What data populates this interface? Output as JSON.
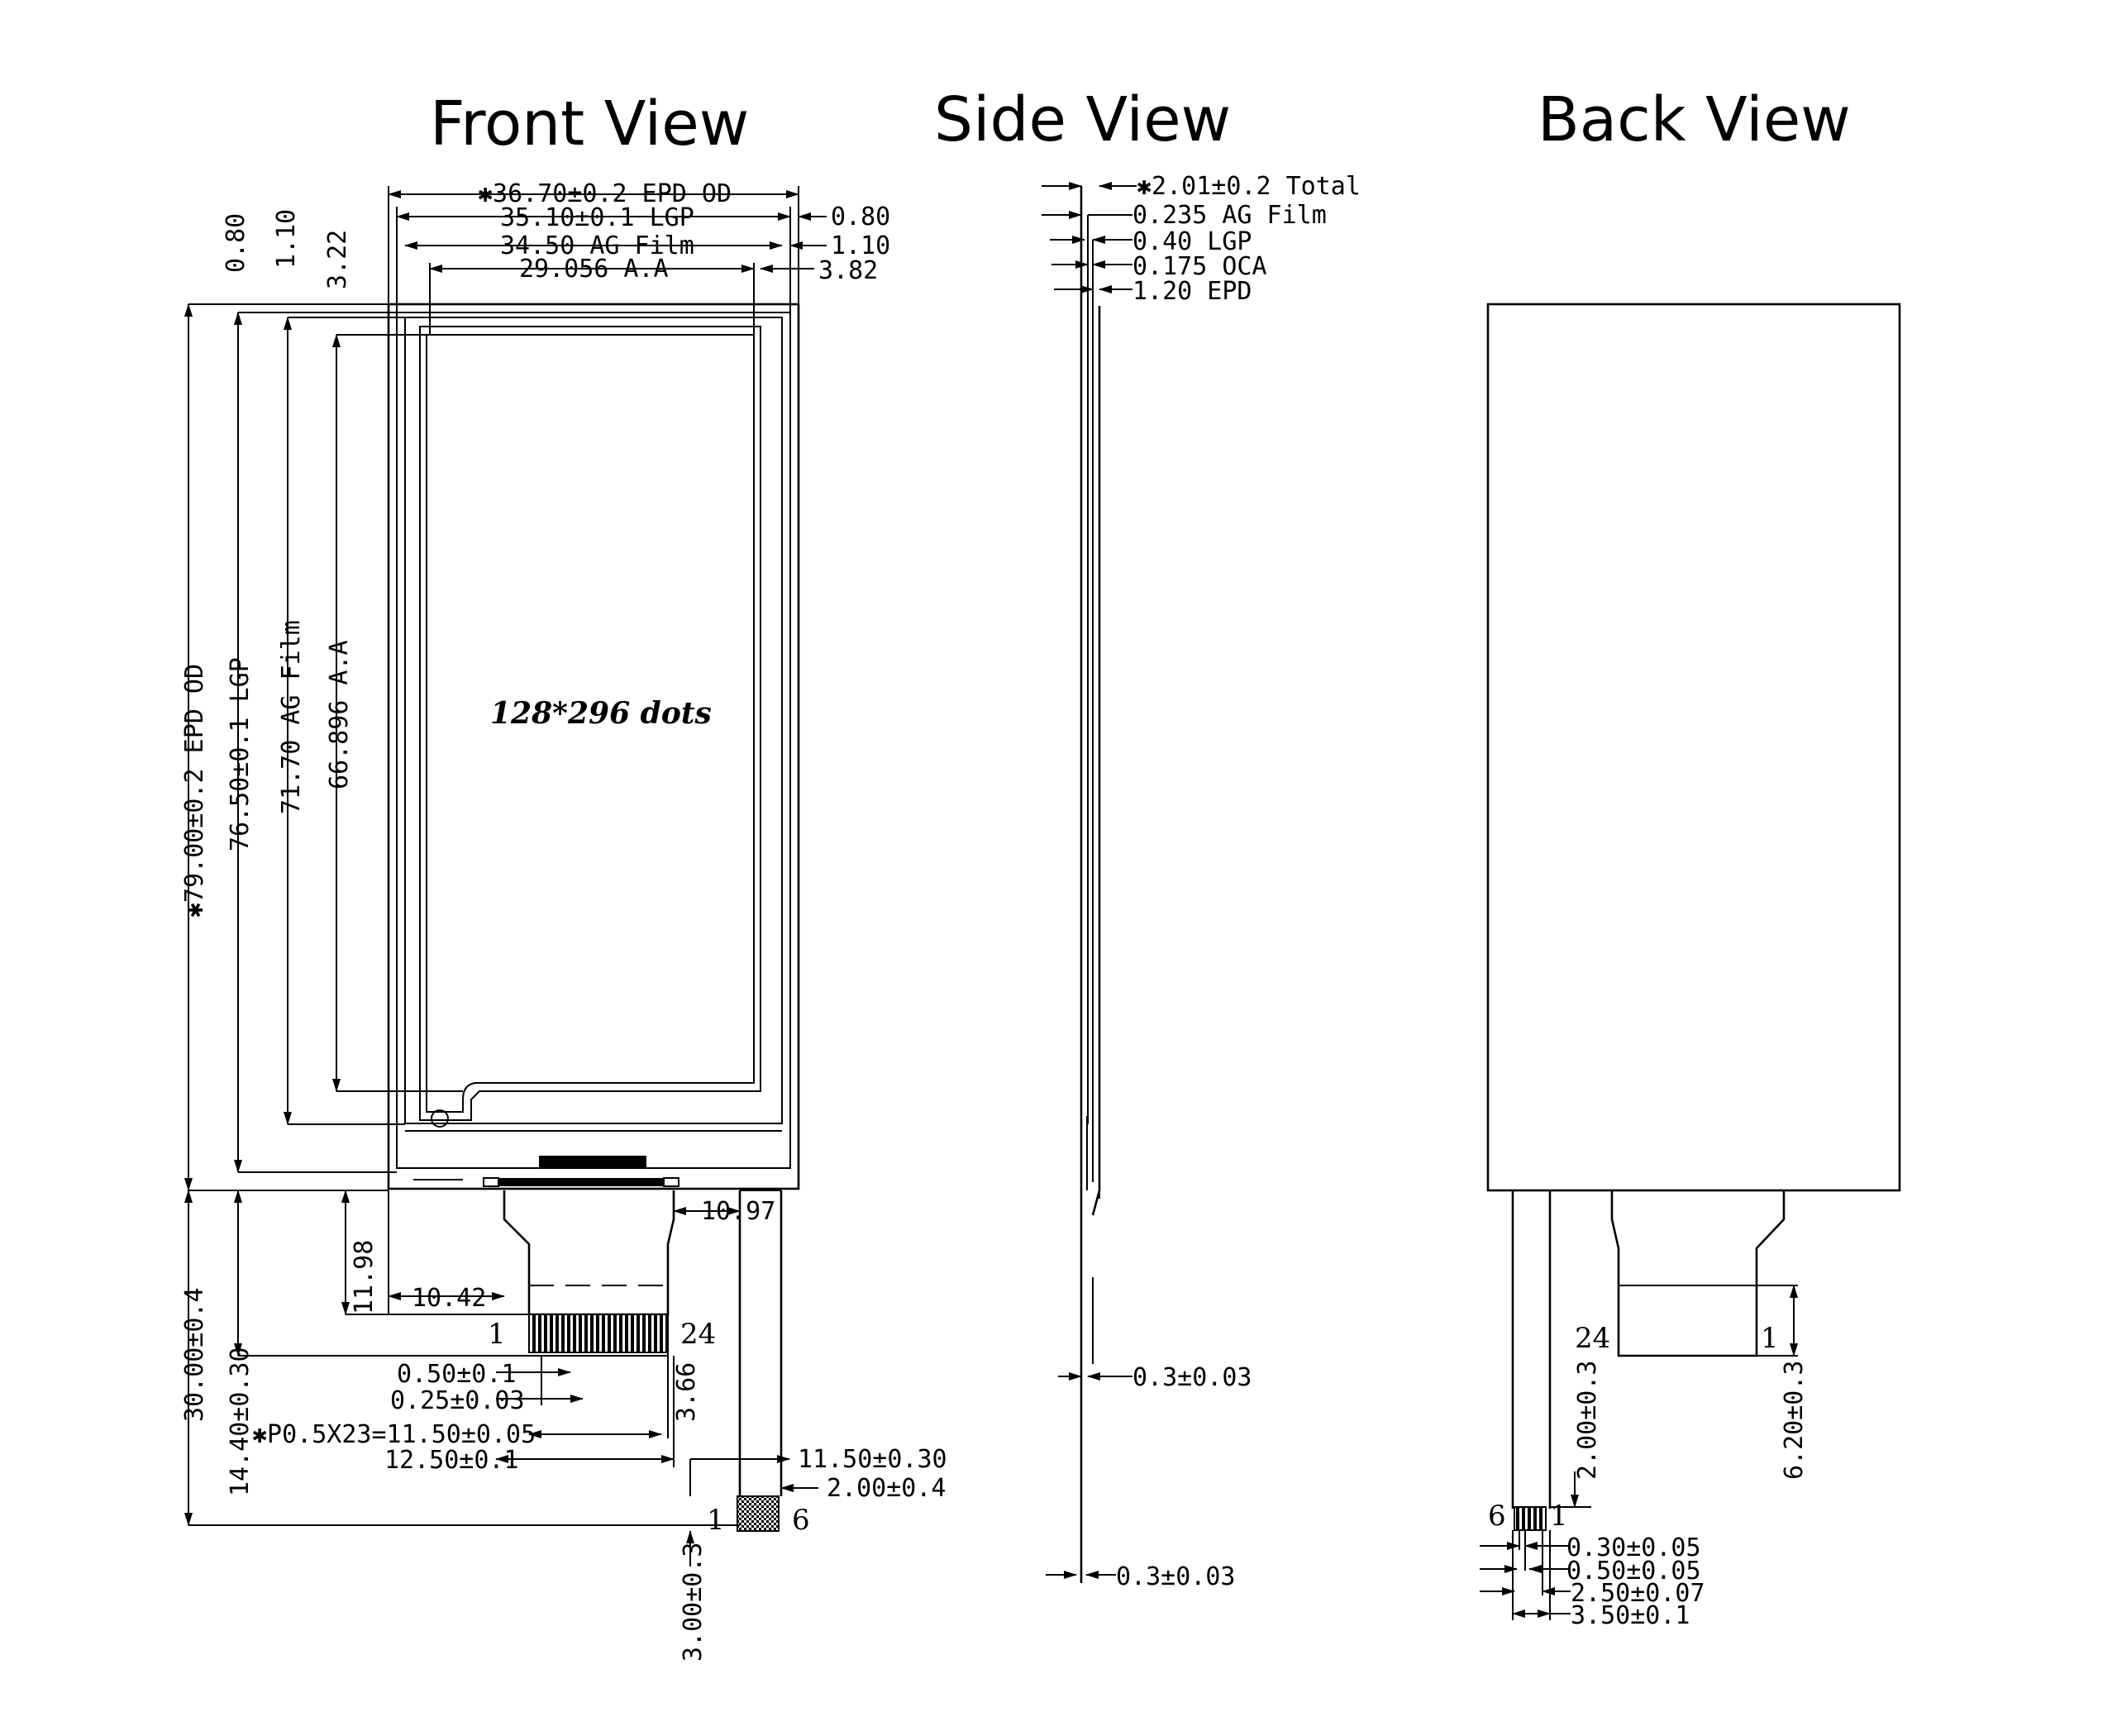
{
  "titles": {
    "front": "Front View",
    "side": "Side View",
    "back": "Back View"
  },
  "front": {
    "top_dims": {
      "epd_od": "✱36.70±0.2 EPD OD",
      "lgp": "35.10±0.1 LGP",
      "ag_film": "34.50 AG Film",
      "aa": "29.056 A.A"
    },
    "right_top_dims": {
      "d080": "0.80",
      "d110": "1.10",
      "d382": "3.82"
    },
    "left_top_dims": {
      "d080": "0.80",
      "d110": "1.10",
      "d322": "3.22"
    },
    "vertical_dims": {
      "epd_od": "✱79.00±0.2 EPD OD",
      "lgp": "76.50±0.1 LGP",
      "ag_film": "71.70 AG Film",
      "aa": "66.896 A.A"
    },
    "resolution": "128*296 dots",
    "fpc_dims": {
      "d1097": "10.97",
      "d1198": "11.98",
      "d1042": "10.42",
      "d366": "3.66",
      "pitch_w": "0.50±0.1",
      "pitch_g": "0.25±0.03",
      "pitch_total": "✱P0.5X23=11.50±0.05",
      "fpc_width": "12.50±0.1",
      "tail_len": "11.50±0.30",
      "tail_w": "2.00±0.4",
      "tail_h": "3.00±0.3",
      "fpc_len": "30.00±0.4",
      "fpc_len2": "14.40±0.30"
    },
    "pins": {
      "first": "1",
      "last": "24",
      "tail_first": "1",
      "tail_last": "6"
    }
  },
  "side": {
    "dims": {
      "total": "✱2.01±0.2 Total",
      "ag": "0.235 AG Film",
      "lgp": "0.40 LGP",
      "oca": "0.175 OCA",
      "epd": "1.20 EPD",
      "fpc1": "0.3±0.03",
      "fpc2": "0.3±0.03"
    }
  },
  "back": {
    "dims": {
      "d620": "6.20±0.3",
      "d200": "2.00±0.3",
      "p030": "0.30±0.05",
      "p050": "0.50±0.05",
      "p250": "2.50±0.07",
      "p350": "3.50±0.1"
    },
    "pins": {
      "p24": "24",
      "p1": "1",
      "t6": "6",
      "t1": "1"
    }
  }
}
